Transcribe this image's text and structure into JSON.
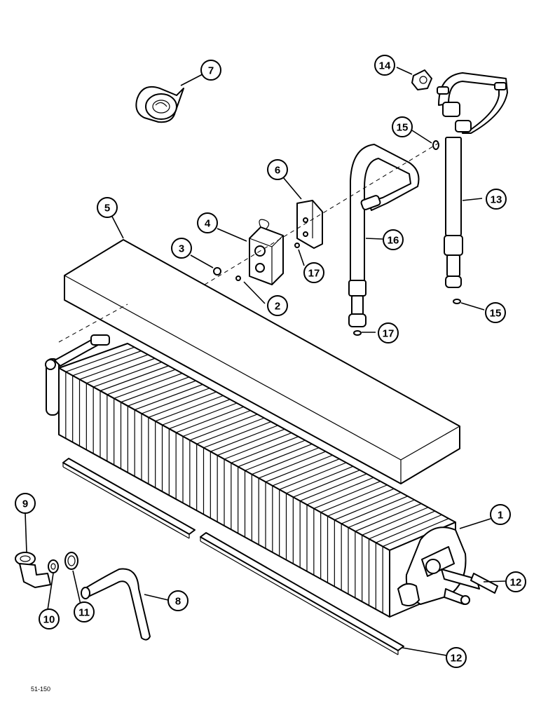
{
  "diagram": {
    "figure_id": "51-150",
    "callouts": [
      {
        "key": "c1",
        "label": "1"
      },
      {
        "key": "c2",
        "label": "2"
      },
      {
        "key": "c3",
        "label": "3"
      },
      {
        "key": "c4",
        "label": "4"
      },
      {
        "key": "c5",
        "label": "5"
      },
      {
        "key": "c6",
        "label": "6"
      },
      {
        "key": "c7",
        "label": "7"
      },
      {
        "key": "c8",
        "label": "8"
      },
      {
        "key": "c9",
        "label": "9"
      },
      {
        "key": "c10",
        "label": "10"
      },
      {
        "key": "c11",
        "label": "11"
      },
      {
        "key": "c12a",
        "label": "12"
      },
      {
        "key": "c12b",
        "label": "12"
      },
      {
        "key": "c13",
        "label": "13"
      },
      {
        "key": "c14",
        "label": "14"
      },
      {
        "key": "c15a",
        "label": "15"
      },
      {
        "key": "c15b",
        "label": "15"
      },
      {
        "key": "c16",
        "label": "16"
      },
      {
        "key": "c17a",
        "label": "17"
      },
      {
        "key": "c17b",
        "label": "17"
      }
    ]
  }
}
